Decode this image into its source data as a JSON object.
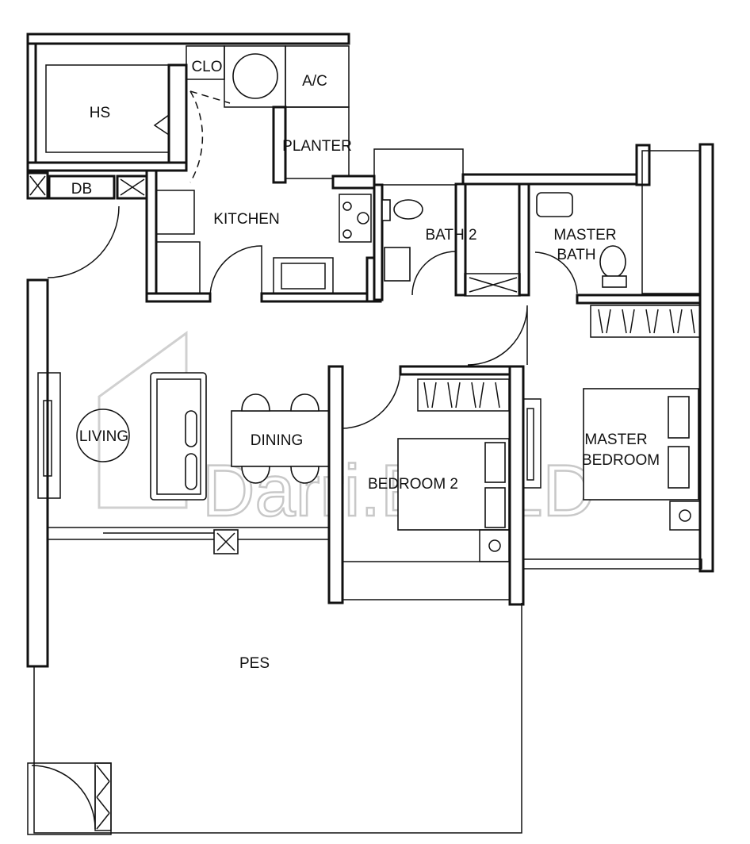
{
  "rooms": {
    "hs": "HS",
    "clo": "CLO",
    "ac": "A/C",
    "planter": "PLANTER",
    "db": "DB",
    "kitchen": "KITCHEN",
    "bath2": "BATH 2",
    "master_bath_line1": "MASTER",
    "master_bath_line2": "BATH",
    "living": "LIVING",
    "dining": "DINING",
    "bedroom2": "BEDROOM 2",
    "master_bedroom_line1": "MASTER",
    "master_bedroom_line2": "BEDROOM",
    "pes": "PES"
  },
  "watermark": "Darri.BUILD"
}
